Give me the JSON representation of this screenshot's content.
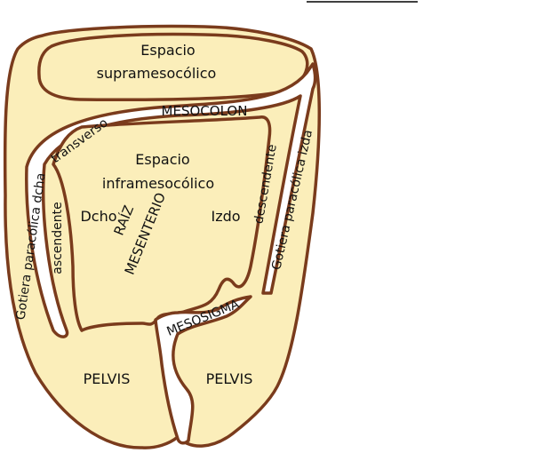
{
  "diagram": {
    "labels": {
      "supra_line1": "Espacio",
      "supra_line2": "supramesocólico",
      "mesocolon": "MESOCOLON",
      "transverso": "transverso",
      "infra_line1": "Espacio",
      "infra_line2": "inframesocólico",
      "dcho": "Dcho",
      "izdo": "Izdo",
      "raiz": "RAÍZ",
      "mesenterio": "MESENTERIO",
      "ascendente": "ascendente",
      "descendente": "descendente",
      "gotiera_dcha": "Gotiera paracólica dcha",
      "gotiera_izda": "Gotiera paracólica izda",
      "mesosigma": "MESOSIGMA",
      "pelvis_left": "PELVIS",
      "pelvis_right": "PELVIS"
    },
    "colors": {
      "fill": "#fbeeba",
      "outline": "#7a3b1c",
      "background": "#ffffff",
      "text": "#111111"
    }
  }
}
